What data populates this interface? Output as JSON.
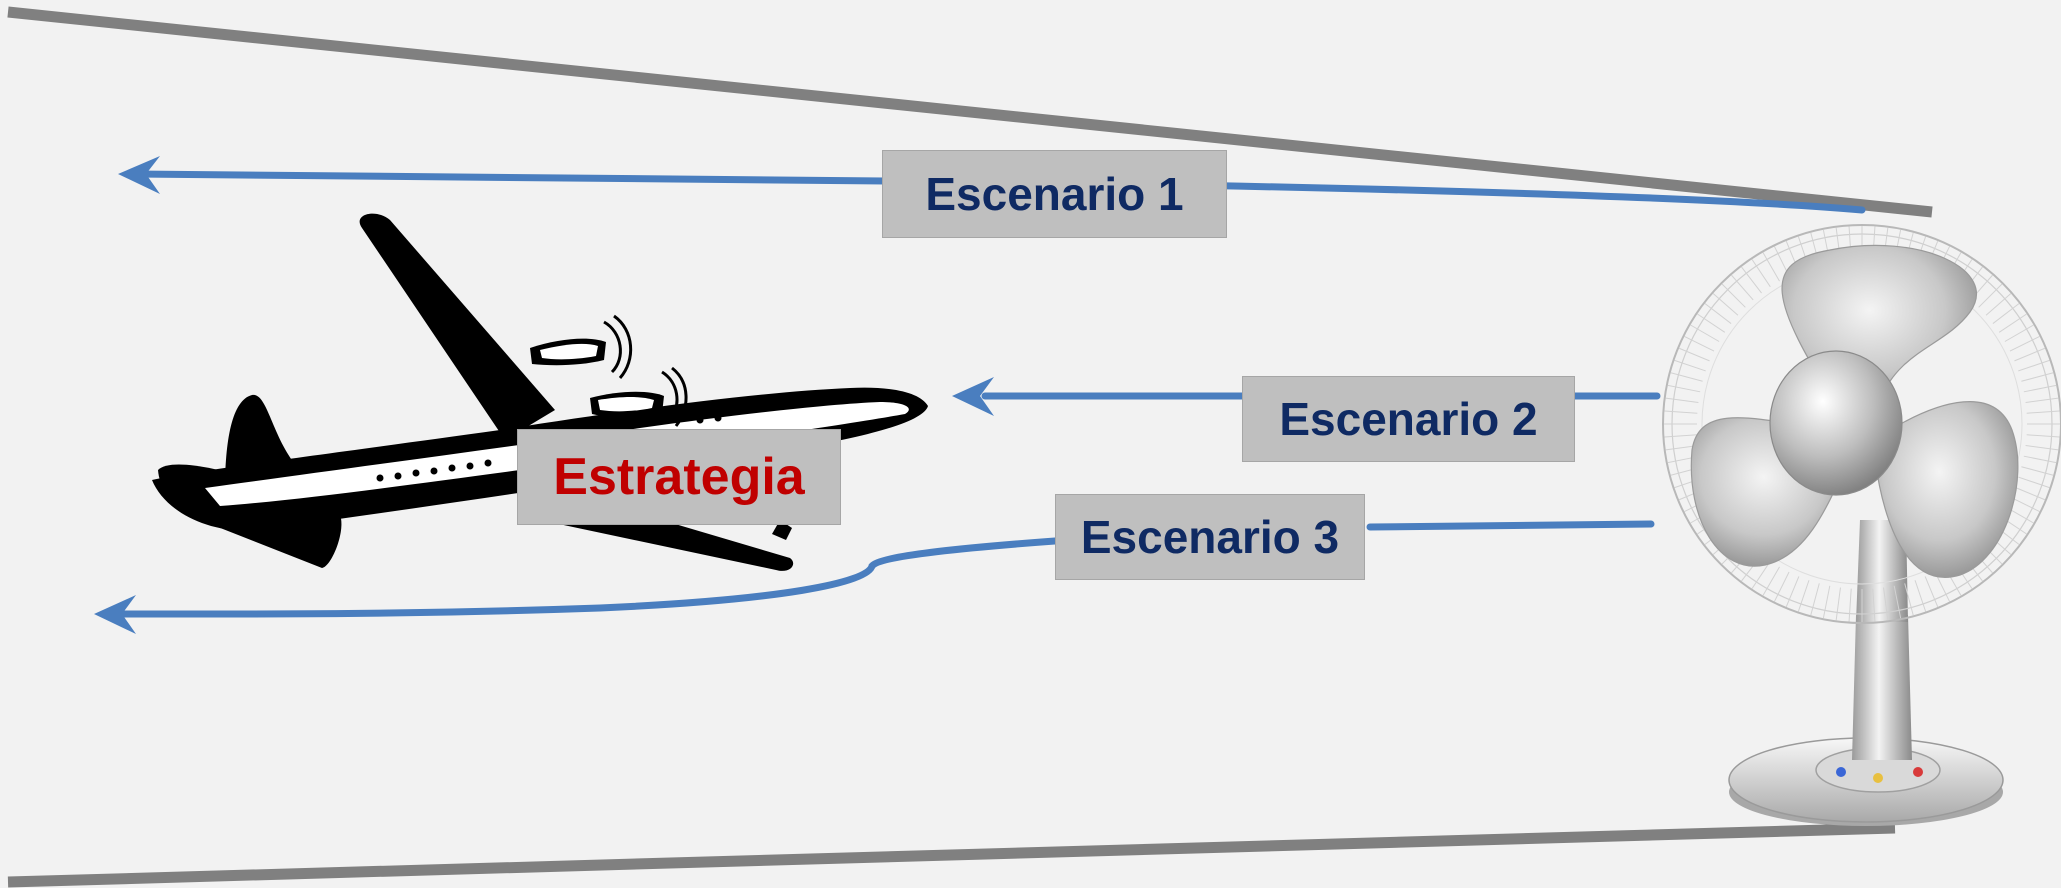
{
  "labels": {
    "scenario_1": "Escenario 1",
    "scenario_2": "Escenario 2",
    "scenario_3": "Escenario 3",
    "strategy": "Estrategia"
  },
  "colors": {
    "background": "#f2f2f2",
    "wind_arrows": "#4a7ebf",
    "boundary_lines": "#808080",
    "label_box": "#bfbfbf",
    "scenario_text": "#0f2a63",
    "strategy_text": "#c00000"
  },
  "icons": {
    "airplane": "propeller-airplane-icon",
    "fan": "desk-fan-icon"
  }
}
